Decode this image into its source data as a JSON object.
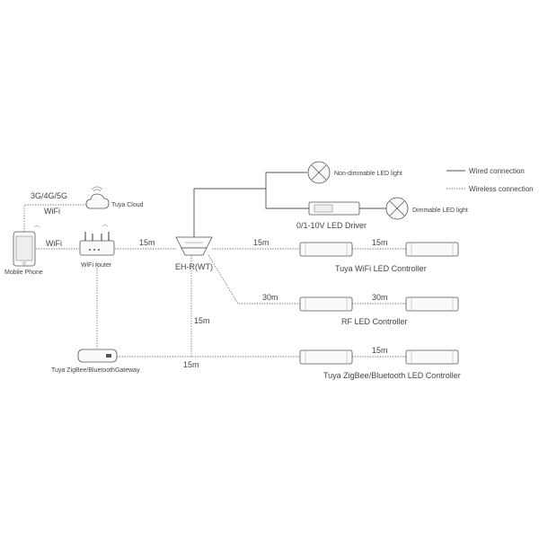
{
  "legend": {
    "wired": "Wired connection",
    "wireless": "Wireless connection"
  },
  "nodes": {
    "cloud": "Tuya Cloud",
    "phone": "Mobile Phone",
    "router": "WiFi router",
    "gateway": "Tuya ZigBee/BluetoothGateway",
    "controller_hub": "EH-R(WT)",
    "non_dimmable_light": "Non-dimmable LED light",
    "driver": "0/1-10V LED Driver",
    "dimmable_light": "Dimmable LED light",
    "wifi_controller": "Tuya WiFi LED Controller",
    "rf_controller": "RF LED Controller",
    "zigbee_controller": "Tuya ZigBee/Bluetooth LED Controller"
  },
  "links": {
    "cellular": "3G/4G/5G",
    "wifi_cloud": "WiFi",
    "wifi_phone": "WiFi",
    "router_hub": "15m",
    "hub_wifi1": "15m",
    "wifi1_wifi2": "15m",
    "hub_rf1": "30m",
    "rf1_rf2": "30m",
    "hub_gateway_vertical": "15m",
    "gateway_zigbee1": "15m",
    "zigbee1_zigbee2": "15m"
  },
  "colors": {
    "line": "#555555",
    "background": "#ffffff"
  }
}
